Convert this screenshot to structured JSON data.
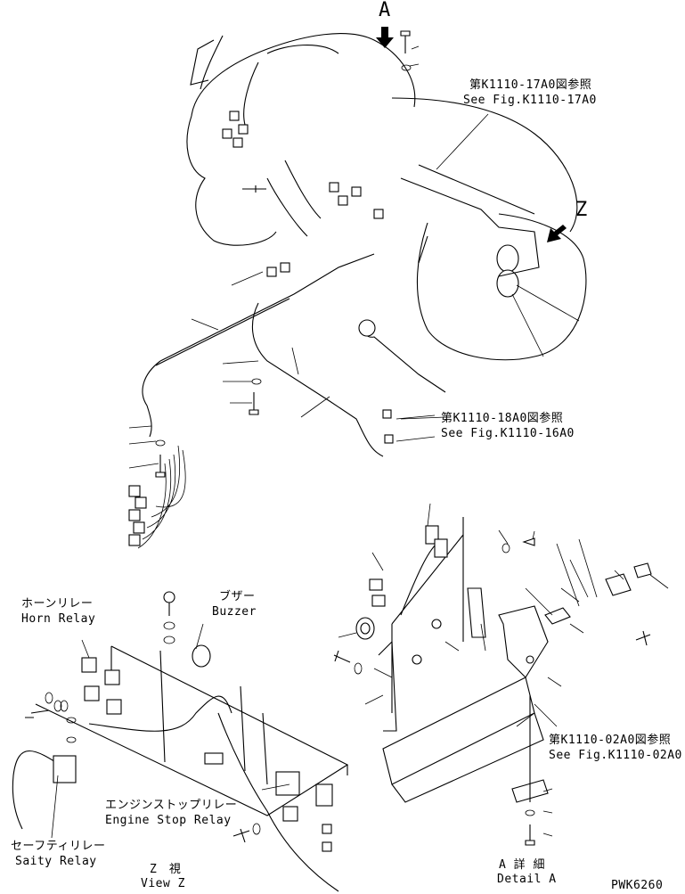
{
  "view_marks": {
    "a": "A",
    "z": "Z"
  },
  "refs": {
    "fig_17a0_jp": "第K1110-17A0図参照",
    "fig_17a0_en": "See Fig.K1110-17A0",
    "fig_18a0_jp": "第K1110-18A0図参照",
    "fig_18a0_en": "See Fig.K1110-16A0",
    "fig_02a0_jp": "第K1110-02A0図参照",
    "fig_02a0_en": "See Fig.K1110-02A0"
  },
  "labels": {
    "horn_relay_jp": "ホーンリレー",
    "horn_relay_en": "Horn Relay",
    "buzzer_jp": "ブザー",
    "buzzer_en": "Buzzer",
    "engine_stop_jp": "エンジンストップリレー",
    "engine_stop_en": "Engine Stop Relay",
    "safety_relay_jp": "セーフティリレー",
    "safety_relay_en": "Saity Relay",
    "view_z_jp": "Z　視",
    "view_z_en": "View Z",
    "detail_a_jp": "A 詳 細",
    "detail_a_en": "Detail A"
  },
  "drawing_code": "PWK6260"
}
